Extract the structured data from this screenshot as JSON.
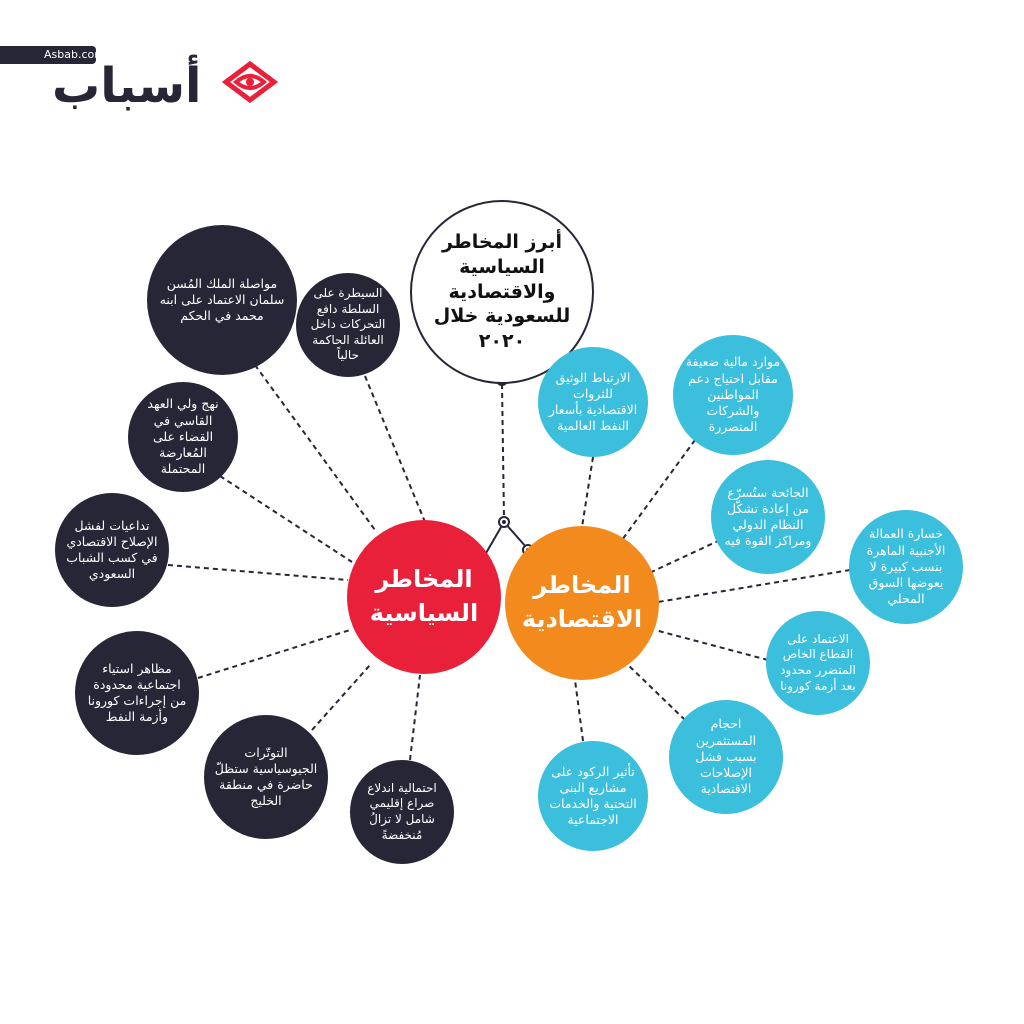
{
  "brand": {
    "url": "Asbab.com",
    "name": "أسباب",
    "accent": "#e8203a"
  },
  "title": "أبرز المخاطر السياسية والاقتصادية للسعودية خلال ٢٠٢٠",
  "political": {
    "label": "المخاطر السياسية",
    "color": "#e8203a",
    "items": [
      "مواصلة الملك المُسن سلمان الاعتماد على ابنه محمد في الحكم",
      "السيطرة على السلطة دافع التحركات داخل العائلة الحاكمة حالياً",
      "نهج ولي العهد القاسي في القضاء على المُعارضة المحتملة",
      "تداعيات لفشل الإصلاح الاقتصادي في كسب الشباب السعودي",
      "مظاهر استياء اجتماعية محدودة من إجراءات كورونا وأزمة النفط",
      "التوتّرات الجيوسياسية ستظلّ حاضرة في منطقة الخليج",
      "احتمالية اندلاع صراع إقليمي شامل لا تزالُ مُنخفضةً"
    ]
  },
  "economic": {
    "label": "المخاطر الاقتصادية",
    "color": "#f28a1e",
    "items": [
      "الارتباط الوثيق للثروات الاقتصادية بأسعار النفط العالمية",
      "موارد مالية ضعيفة مقابل احتياج دعم المواطنين والشركات المتضررة",
      "الجائحة ستُسرّع من إعادة تشكّل النظام الدولي ومراكز القوة فيه",
      "خسارة العمالة الأجنبية الماهرة بنسب كبيرة لا يعوضها السوق المحلي",
      "الاعتماد على القطاع الخاص المتضرر محدود بعد أزمة كورونا",
      "احجام المستثمرين بسبب فشل الإصلاحات الاقتصادية",
      "تأثير الركود على مشاريع البنى التحتية والخدمات الاجتماعية"
    ]
  }
}
